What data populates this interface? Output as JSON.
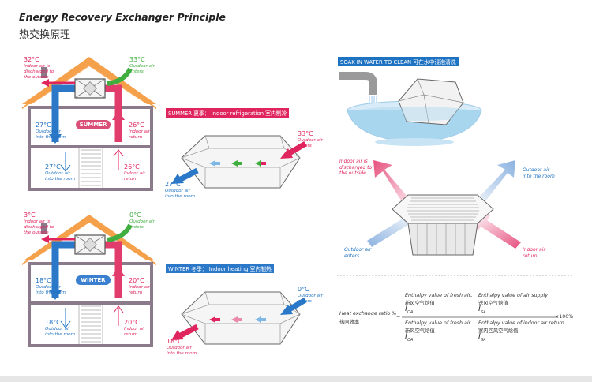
{
  "title": "Energy Recovery Exchanger Principle",
  "subtitle": "热交换原理",
  "summer": {
    "banner": "SUMMER 夏季：  Indoor refrigeration 室内制冷",
    "label": "SUMMER",
    "exhaust_temp": "32°C",
    "exhaust_text": "Indoor air is\ndischarged to\nthe outside",
    "outdoor_temp": "33°C",
    "outdoor_text": "Outdoor air\nenters",
    "supply_upper_temp": "27°C",
    "supply_upper_text": "Outdoor air\ninto the room",
    "return_upper_temp": "26°C",
    "return_upper_text": "Indoor air\nreturn",
    "supply_lower_temp": "27°C",
    "supply_lower_text": "Outdoor air\ninto the room",
    "return_lower_temp": "26°C",
    "return_lower_text": "Indoor air\nreturn",
    "core_in_temp": "33°C",
    "core_in_text": "Outdoor air\nenters",
    "core_out_temp": "27°C",
    "core_out_text": "Outdoor air\ninto the room"
  },
  "winter": {
    "banner": "WINTER 冬季：  Indoor heating 室内制热",
    "label": "WINTER",
    "exhaust_temp": "3°C",
    "exhaust_text": "Indoor air is\ndischarged to\nthe outside",
    "outdoor_temp": "0°C",
    "outdoor_text": "Outdoor air\nenters",
    "supply_upper_temp": "18°C",
    "supply_upper_text": "Outdoor air\ninto the room",
    "return_upper_temp": "20°C",
    "return_upper_text": "Indoor air\nreturn",
    "supply_lower_temp": "18°C",
    "supply_lower_text": "Outdoor air\ninto the room",
    "return_lower_temp": "20°C",
    "return_lower_text": "Indoor air\nreturn",
    "core_in_temp": "0°C",
    "core_in_text": "Outdoor air\nenters",
    "core_out_temp": "18°C",
    "core_out_text": "Outdoor air\ninto the room"
  },
  "soak": {
    "banner": "SOAK IN WATER TO CLEAN 可在水中浸泡清洗"
  },
  "core_diagram": {
    "exhaust_text": "Indoor air is\ndischarged to\nthe outside",
    "supply_text": "Outdoor air\ninto the room",
    "outdoor_in_text": "Outdoor air\nenters",
    "indoor_return_text": "Indoor air\nreturn"
  },
  "formula": {
    "ratio_label": "Heat exchange ratio %",
    "ratio_label_cn": "热回收率",
    "equals": "=",
    "num_a": "Enthalpy value of fresh air",
    "num_a_cn": "新风空气焓值",
    "num_a_sym": "I",
    "num_a_sub": "OA",
    "minus1": "-",
    "num_b": "Enthalpy value of air supply",
    "num_b_cn": "送风空气焓值",
    "num_b_sym": "I",
    "num_b_sub": "SA",
    "den_a": "Enthalpy value of fresh air",
    "den_a_cn": "新风空气焓值",
    "den_a_sym": "I",
    "den_a_sub": "OA",
    "minus2": "-",
    "den_b": "Enthalpy value of indoor air return",
    "den_b_cn": "室内回风空气焓值",
    "den_b_sym": "I",
    "den_b_sub": "SA",
    "times": "×100%"
  },
  "colors": {
    "roof": "#f5a04a",
    "red": "#e0245e",
    "blue": "#1e72c2",
    "green": "#3fae3f",
    "house": "#8a7a8a",
    "water": "#a9d6ef"
  }
}
